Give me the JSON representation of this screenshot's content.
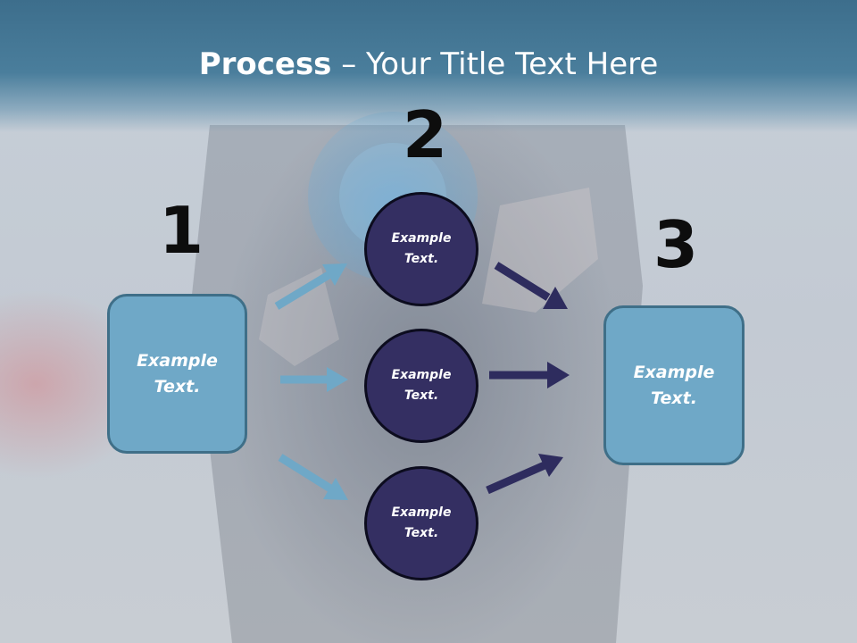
{
  "slide": {
    "title_bold": "Process",
    "title_rest": " – Your Title Text Here"
  },
  "steps": {
    "left": {
      "number": "1",
      "text": "Example Text."
    },
    "middle": {
      "number": "2",
      "circles": [
        {
          "text": "Example Text."
        },
        {
          "text": "Example Text."
        },
        {
          "text": "Example Text."
        }
      ]
    },
    "right": {
      "number": "3",
      "text": "Example Text."
    }
  },
  "colors": {
    "header": "#3d6e8c",
    "box_fill": "#6fa8c7",
    "box_border": "#3f6f88",
    "circle_fill": "#342f62",
    "arrow_light": "#6fa8c7",
    "arrow_dark": "#2e2c5e"
  }
}
